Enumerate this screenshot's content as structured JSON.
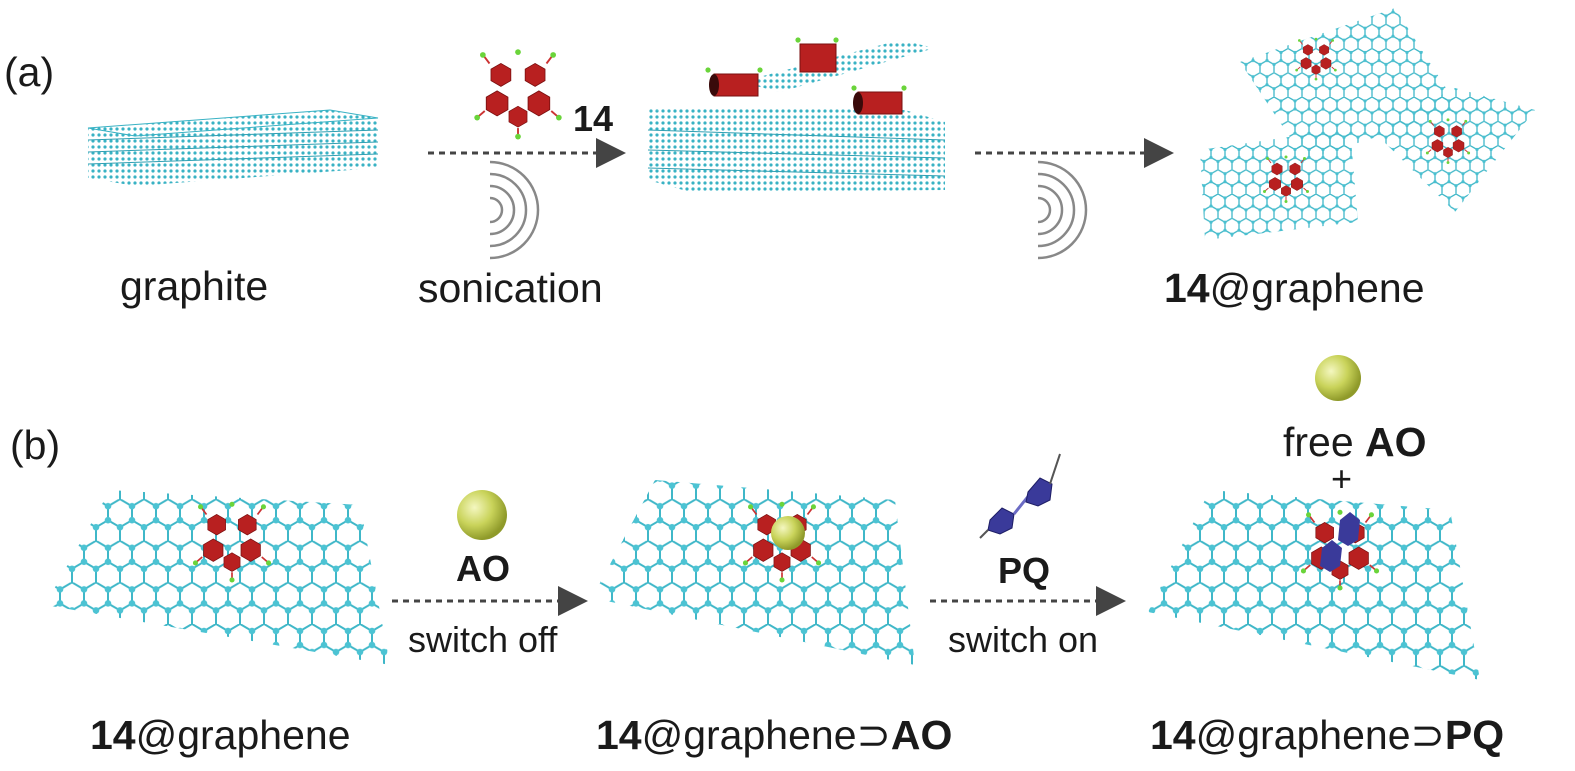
{
  "panel_a": {
    "label": "(a)",
    "graphite": "graphite",
    "sonication": "sonication",
    "molecule_number": "14",
    "product_num": "14",
    "product_rest": "@graphene"
  },
  "panel_b": {
    "label": "(b)",
    "ao_reagent": "AO",
    "pq_reagent": "PQ",
    "switch_off": "switch off",
    "switch_on": "switch on",
    "free_word": "free ",
    "free_ao": "AO",
    "plus": "+",
    "state1_num": "14",
    "state1_rest": "@graphene",
    "state2_num": "14",
    "state2_rest": "@graphene⊃",
    "state2_guest": "AO",
    "state3_num": "14",
    "state3_rest": "@graphene⊃",
    "state3_guest": "PQ"
  },
  "colors": {
    "graphene": "#3fb7c8",
    "macrocycle": "#b82020",
    "ao_sphere": "#c9d35a",
    "pq_molecule": "#3a3a9a",
    "arrow": "#444444",
    "hydrogen": "#6ad43a"
  }
}
